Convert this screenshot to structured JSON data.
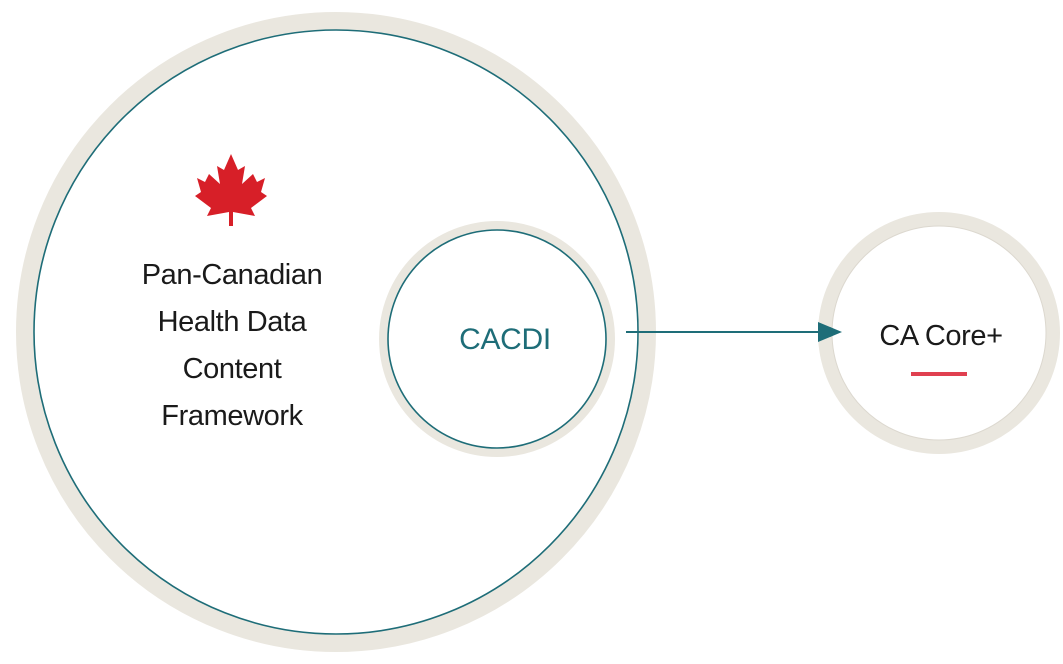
{
  "diagram": {
    "framework": {
      "icon": "maple-leaf-icon",
      "lines": [
        "Pan-Canadian",
        "Health Data",
        "Content",
        "Framework"
      ]
    },
    "inner_node": {
      "label": "CACDI"
    },
    "target_node": {
      "label": "CA Core+"
    }
  },
  "colors": {
    "outer_ring": "#eae7df",
    "circle_stroke": "#1e6d78",
    "arrow": "#1e6d78",
    "cacdi_text": "#1e6d78",
    "maple_leaf": "#d71f28",
    "accent_dash": "#e04050",
    "text": "#1a1a1a"
  }
}
